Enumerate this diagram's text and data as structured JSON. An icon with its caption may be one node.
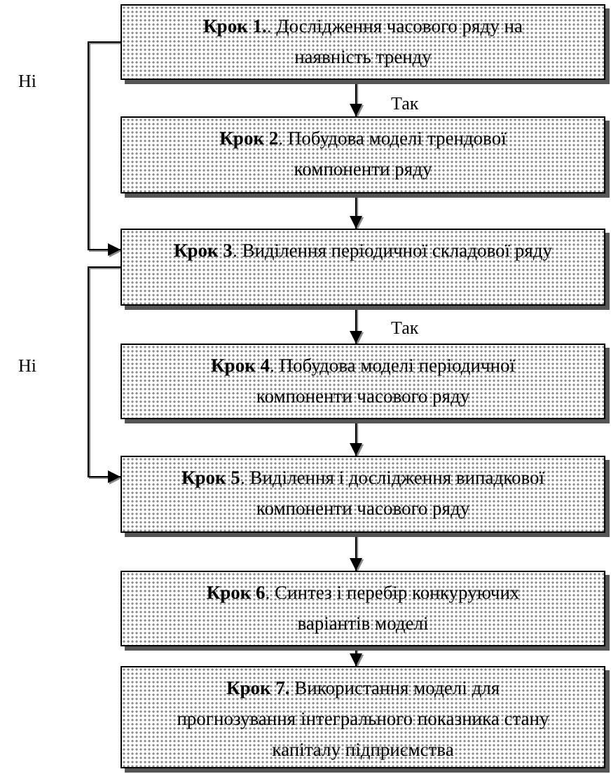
{
  "diagram": {
    "nodes": [
      {
        "text": [
          "**Крок 1.**. Дослідження часового ряду на наявність тренду"
        ]
      },
      {
        "text": [
          "**Крок 2**. Побудова моделі трендової компоненти ряду"
        ]
      },
      {
        "text": [
          "**Крок 3**. Виділення періодичної складової ряду"
        ]
      },
      {
        "text": [
          "**Крок 4**. Побудова моделі періодичної компоненти часового ряду"
        ]
      },
      {
        "text": [
          "**Крок 5**. Виділення і дослідження випадкової компоненти часового ряду"
        ]
      },
      {
        "text": [
          "**Крок 6**. Синтез і перебір конкуруючих варіантів моделі"
        ]
      },
      {
        "text": [
          "**Крок 7.** Використання моделі для прогнозування інтегрального показника стану капіталу підприємства"
        ]
      }
    ],
    "edges": [
      {
        "from": 0,
        "to": 1,
        "arrow": "to",
        "label": "Так"
      },
      {
        "from": 0,
        "to": 2,
        "arrow": "to",
        "label": "Ні"
      },
      {
        "from": 1,
        "to": 2,
        "arrow": "to"
      },
      {
        "from": 2,
        "to": 3,
        "arrow": "to",
        "label": "Так"
      },
      {
        "from": 2,
        "to": 4,
        "arrow": "to",
        "label": "Ні"
      },
      {
        "from": 3,
        "to": 4,
        "arrow": "to"
      },
      {
        "from": 4,
        "to": 5,
        "arrow": "to"
      },
      {
        "from": 5,
        "to": 6,
        "arrow": "to"
      }
    ]
  }
}
